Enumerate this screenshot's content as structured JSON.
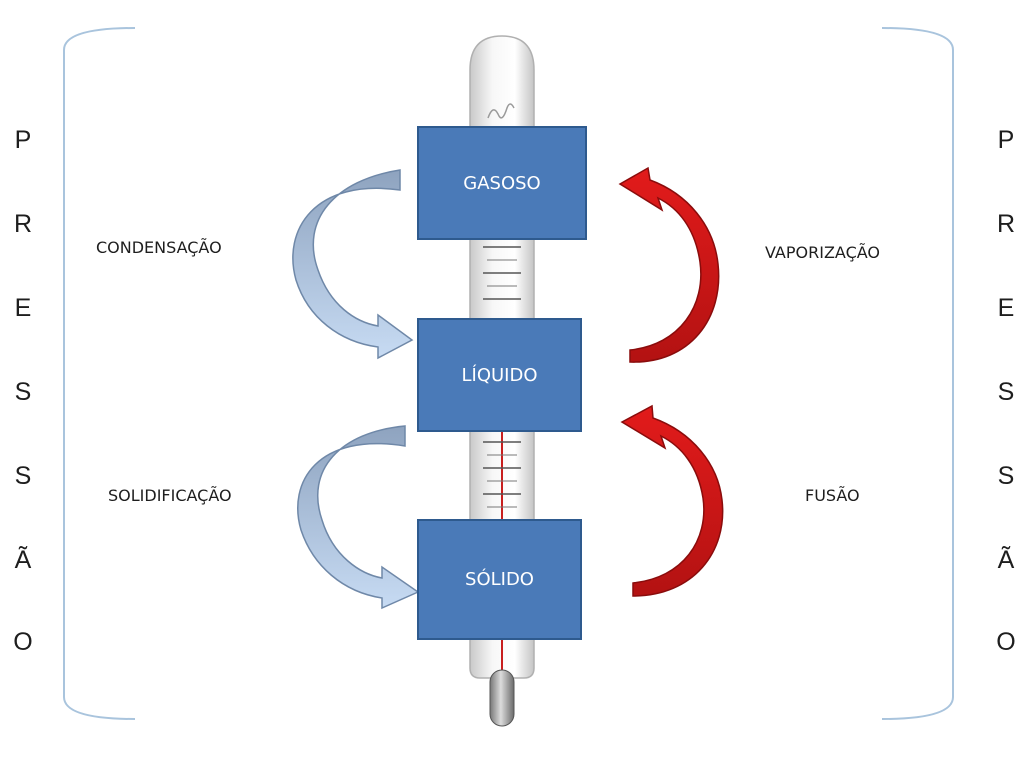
{
  "pressure_label": {
    "letters": [
      "P",
      "R",
      "E",
      "S",
      "S",
      "Ã",
      "O"
    ]
  },
  "phases": {
    "gas": "GASOSO",
    "liquid": "LÍQUIDO",
    "solid": "SÓLIDO"
  },
  "processes": {
    "condensation": "CONDENSAÇÃO",
    "solidification": "SOLIDIFICAÇÃO",
    "vaporization": "VAPORIZAÇÃO",
    "fusion": "FUSÃO"
  },
  "colors": {
    "box_fill": "#4a7ab8",
    "box_border": "#2e5a8e",
    "cooling_arrow": "#a9c3e6",
    "heating_arrow": "#d81c1c",
    "mercury": "#c81e1e",
    "bracket": "#a9c4dd"
  }
}
